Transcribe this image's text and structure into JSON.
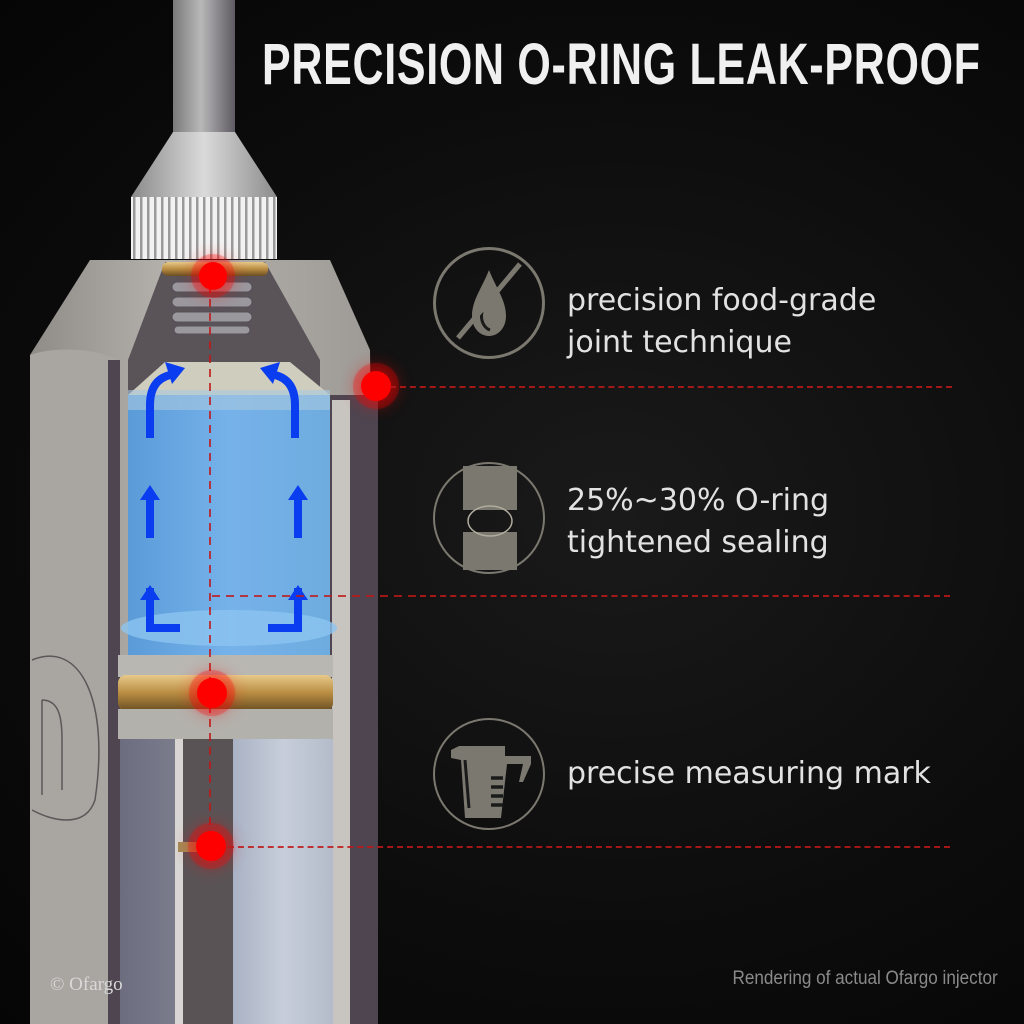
{
  "header": {
    "title": "PRECISION O-RING LEAK-PROOF"
  },
  "features": [
    {
      "icon": "no-drip-icon",
      "line1": "precision food-grade",
      "line2": "joint technique"
    },
    {
      "icon": "o-ring-compression-icon",
      "line1": "25%~30% O-ring",
      "line2": "tightened sealing"
    },
    {
      "icon": "measuring-cup-icon",
      "line1": "precise measuring mark"
    }
  ],
  "footer": {
    "copyright": "© Ofargo",
    "caption": "Rendering of actual Ofargo injector"
  },
  "colors": {
    "background": "#0d0d0d",
    "accent_red": "#ff0000",
    "icon_gray": "#7b786f",
    "liquid_blue": "#6aaee6",
    "arrow_blue": "#0a3cf0",
    "o_ring_gold": "#c9a35a"
  }
}
